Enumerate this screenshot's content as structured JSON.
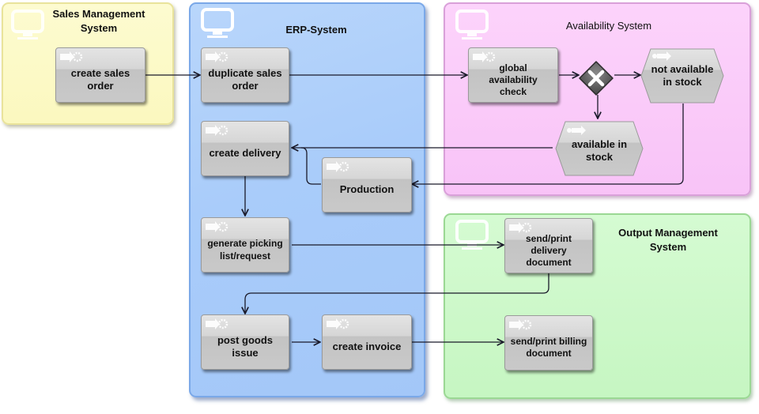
{
  "diagram": {
    "type": "EPC process flow",
    "lanes": [
      {
        "id": "sales",
        "title": "Sales Management System",
        "color": "#fbf8c4"
      },
      {
        "id": "erp",
        "title": "ERP-System",
        "color": "#a9ccfa"
      },
      {
        "id": "avail",
        "title": "Availability System",
        "color": "#f9c6f8"
      },
      {
        "id": "output",
        "title": "Output Management System",
        "color": "#cbf8c7"
      }
    ],
    "lane_titles": {
      "sales_line1": "Sales Management",
      "sales_line2": "System",
      "erp": "ERP-System",
      "avail": "Availability System",
      "output_line1": "Output Management",
      "output_line2": "System"
    },
    "functions": {
      "create_sales_order": "create sales order",
      "duplicate_sales_order": "duplicate sales order",
      "create_delivery": "create delivery",
      "production": "Production",
      "generate_picking": "generate picking list/request",
      "post_goods_issue": "post goods issue",
      "create_invoice": "create invoice",
      "global_availability_check": "global availability check",
      "send_print_delivery": "send/print delivery document",
      "send_print_billing": "send/print billing document"
    },
    "events": {
      "not_available": "not available in stock",
      "available": "available in stock"
    },
    "gateway": {
      "type": "XOR",
      "symbol": "✕"
    },
    "connections": [
      {
        "from": "create sales order",
        "to": "duplicate sales order"
      },
      {
        "from": "duplicate sales order",
        "to": "global availability check"
      },
      {
        "from": "global availability check",
        "to": "XOR"
      },
      {
        "from": "XOR",
        "to": "not available in stock"
      },
      {
        "from": "XOR",
        "to": "available in stock"
      },
      {
        "from": "available in stock",
        "to": "create delivery"
      },
      {
        "from": "not available in stock",
        "to": "Production"
      },
      {
        "from": "Production",
        "to": "create delivery"
      },
      {
        "from": "create delivery",
        "to": "generate picking list/request"
      },
      {
        "from": "generate picking list/request",
        "to": "send/print delivery document"
      },
      {
        "from": "send/print delivery document",
        "to": "post goods issue"
      },
      {
        "from": "post goods issue",
        "to": "create invoice"
      },
      {
        "from": "create invoice",
        "to": "send/print billing document"
      }
    ],
    "colors": {
      "function_fill": "#d0d0d0",
      "connector": "#1a1a2a",
      "gateway": "#555555"
    }
  }
}
